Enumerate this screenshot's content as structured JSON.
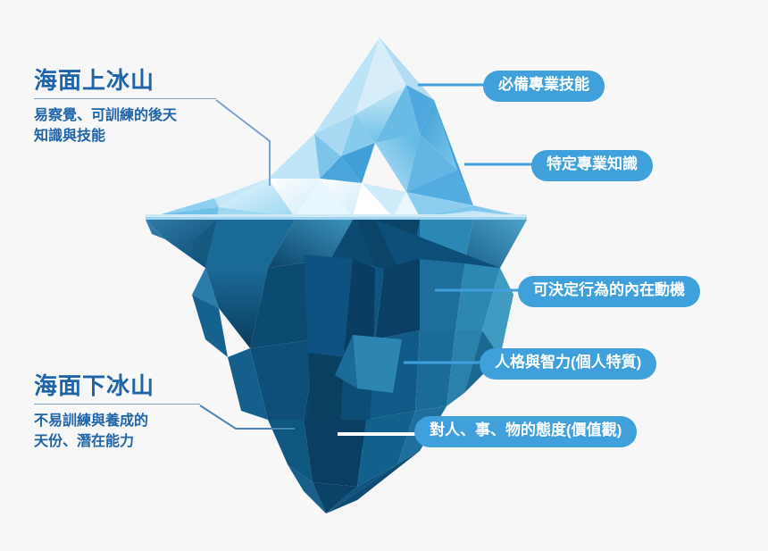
{
  "diagram": {
    "title_concept": "competency-iceberg-model",
    "background_color": "#f7f7f7",
    "accent_heading_color": "#1f63a9",
    "pill_color": "#3fa0db",
    "pill_text_color": "#ffffff",
    "ice_above_color": "#8fd0f0",
    "ice_below_color": "#10537f"
  },
  "groups": [
    {
      "id": "above-water",
      "title": "海面上冰山",
      "subtitle_line1": "易察覺、可訓練的後天",
      "subtitle_line2": "知識與技能"
    },
    {
      "id": "below-water",
      "title": "海面下冰山",
      "subtitle_line1": "不易訓練與養成的",
      "subtitle_line2": "天份、潛在能力"
    }
  ],
  "callouts": [
    {
      "id": "callout-1",
      "label": "必備專業技能",
      "zone": "above-water"
    },
    {
      "id": "callout-2",
      "label": "特定專業知識",
      "zone": "above-water"
    },
    {
      "id": "callout-3",
      "label": "可決定行為的內在動機",
      "zone": "below-water"
    },
    {
      "id": "callout-4",
      "label": "人格與智力(個人特質)",
      "zone": "below-water"
    },
    {
      "id": "callout-5",
      "label": "對人、事、物的態度(價值觀)",
      "zone": "below-water"
    }
  ]
}
